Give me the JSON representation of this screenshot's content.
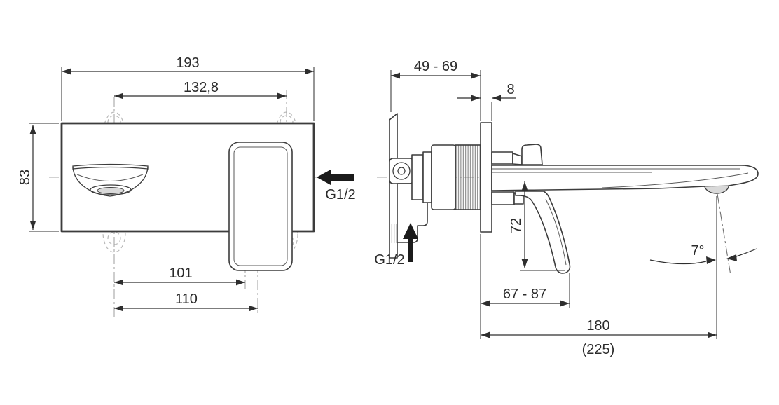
{
  "drawing": {
    "front": {
      "overall_width": "193",
      "fixing_hole_spacing": "132,8",
      "plate_height": "83",
      "spout_to_cartridge_axis": "101",
      "spout_to_handle_axis": "110",
      "inlet_connection": "G1/2"
    },
    "side": {
      "installation_depth_range": "49 - 69",
      "plate_thickness": "8",
      "handle_clearance": "72",
      "inlet_connection": "G1/2",
      "handle_projection_range": "67 - 87",
      "spout_projection": "180",
      "spout_projection_alt": "(225)",
      "spray_angle": "7°"
    },
    "colors": {
      "line": "#3c3c3c",
      "construction": "#b9b9b9",
      "centerline": "#a6a6a6",
      "solid_arrow": "#1b1b1b"
    }
  }
}
